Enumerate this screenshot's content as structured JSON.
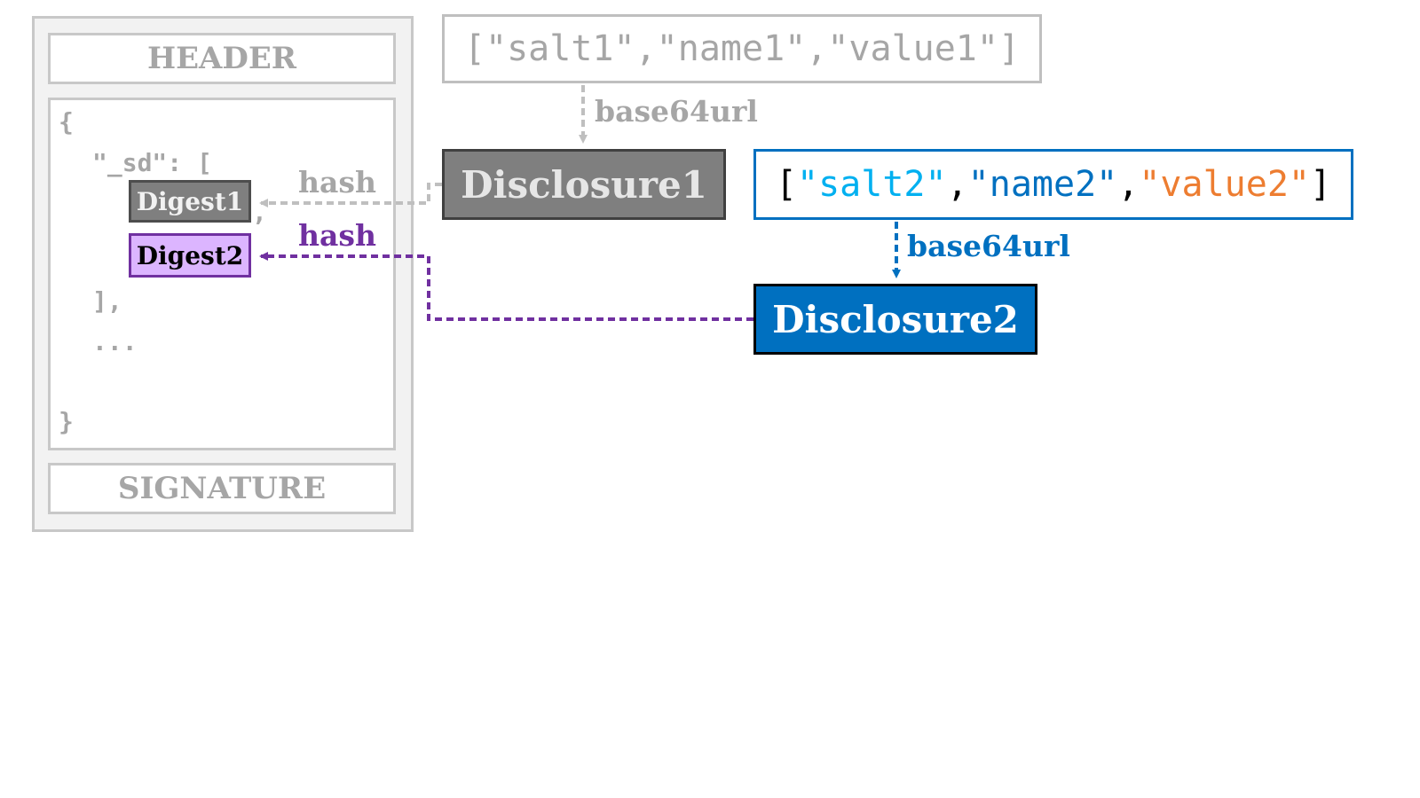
{
  "jwt": {
    "header": "HEADER",
    "signature": "SIGNATURE",
    "payload": {
      "open_brace": "{",
      "sd_key": "\"_sd\": [",
      "digest1": "Digest1",
      "comma": ",",
      "digest2": "Digest2",
      "close_bracket": "],",
      "ellipsis": "...",
      "close_brace": "}"
    }
  },
  "disclosure1": {
    "array": "[\"salt1\",\"name1\",\"value1\"]",
    "encoding_label": "base64url",
    "label": "Disclosure1",
    "hash_label": "hash"
  },
  "disclosure2": {
    "array": {
      "open": "[",
      "salt": "\"salt2\"",
      "sep1": ",",
      "name": "\"name2\"",
      "sep2": ",",
      "value": "\"value2\"",
      "close": "]"
    },
    "encoding_label": "base64url",
    "label": "Disclosure2",
    "hash_label": "hash"
  },
  "colors": {
    "gray_text": "#a6a6a6",
    "gray_border": "#c8c8c8",
    "purple": "#7030a0",
    "purple_fill": "#dcb5ff",
    "blue": "#0070c0",
    "salt_cyan": "#00b0f0",
    "value_orange": "#ed7d31"
  }
}
